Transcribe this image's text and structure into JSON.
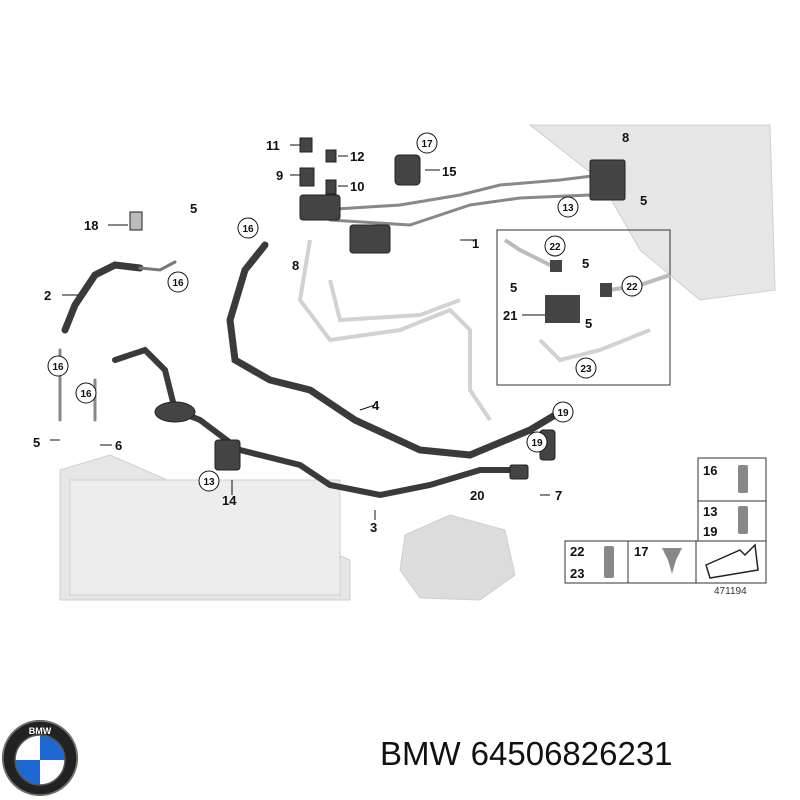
{
  "diagram": {
    "callouts_plain": [
      "1",
      "2",
      "3",
      "4",
      "5",
      "5",
      "5",
      "5",
      "5",
      "6",
      "7",
      "8",
      "8",
      "9",
      "10",
      "11",
      "12",
      "14",
      "15",
      "18",
      "20",
      "21"
    ],
    "callouts_circled": [
      "13",
      "13",
      "16",
      "16",
      "16",
      "16",
      "17",
      "19",
      "19",
      "22",
      "22",
      "23"
    ],
    "reference_number": "471194",
    "fastener_legend": [
      {
        "top": "16",
        "bottom": ""
      },
      {
        "top": "13",
        "bottom": "19"
      },
      {
        "top": "22",
        "bottom": "23"
      },
      {
        "top": "17",
        "bottom": ""
      }
    ]
  },
  "caption": {
    "brand": "BMW",
    "part_number": "64506826231"
  },
  "colors": {
    "hose": "#3a3a3a",
    "pipe_outline": "#555555",
    "ghost_part": "#cfcfcf",
    "logo_blue": "#1c69d4"
  }
}
